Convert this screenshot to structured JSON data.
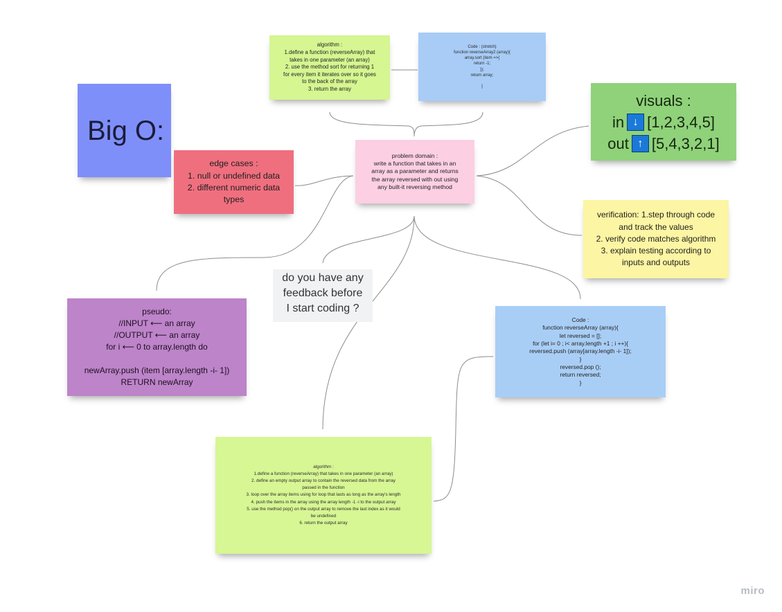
{
  "board": {
    "brand": "miro",
    "connector_color": "#8c8c8c",
    "notes": {
      "algorithm_top": {
        "color": "#d5f691",
        "lines": [
          "algorithm :",
          "1.define a function (reverseArray) that",
          "takes in one parameter (an array)",
          "2. use the method sort for returning 1",
          "for every item it iterates over so it goes",
          "to the back of the array",
          "3. return the array"
        ]
      },
      "code_stretch": {
        "color": "#a8ccf6",
        "lines": [
          "Code : (stretch)",
          "function reverseArray2 (array){",
          "array.sort (item =>{",
          "return -1;",
          "});",
          "return array;",
          "",
          "}"
        ]
      },
      "big_o": {
        "color": "#7f8ffa",
        "title": "Big O:"
      },
      "edge_cases": {
        "color": "#ef6f7e",
        "lines": [
          "edge cases :",
          "1. null or undefined data",
          "2. different numeric data",
          "types"
        ]
      },
      "problem_domain": {
        "color": "#fccfe3",
        "lines": [
          "problem domain :",
          "write a function that takes in an",
          "array as a parameter and returns",
          "the array reversed with out using",
          "any built-it reversing method"
        ]
      },
      "visuals": {
        "color": "#8fd27a",
        "title": "visuals :",
        "in_label": "in",
        "in_arrow": "↓",
        "in_value": "[1,2,3,4,5]",
        "out_label": "out",
        "out_arrow": "↑",
        "out_value": "[5,4,3,2,1]"
      },
      "verification": {
        "color": "#fcf5a3",
        "lines": [
          "verification: 1.step through code",
          "and track the values",
          "2. verify code matches algorithm",
          "3. explain testing according to",
          "inputs and outputs"
        ]
      },
      "feedback": {
        "lines": [
          "do you have any",
          "feedback before",
          "I start coding ?"
        ]
      },
      "pseudo": {
        "color": "#bd84c9",
        "lines": [
          "pseudo:",
          "//INPUT ⟵ an array",
          "//OUTPUT ⟵ an array",
          "for i ⟵ 0 to array.length do",
          "",
          "newArray.push (item [array.length -i- 1])",
          "RETURN newArray"
        ]
      },
      "code_main": {
        "color": "#a9cef6",
        "lines": [
          "Code :",
          "function reverseArray (array){",
          "let reversed = [];",
          "for (let i= 0 ; i< array.length +1 ; i ++){",
          "reversed.push (array[array.length -i- 1]);",
          "}",
          "reversed.pop ();",
          "return reversed;",
          "}"
        ]
      },
      "algorithm_bottom": {
        "color": "#d7f694",
        "lines": [
          "algorithm :",
          "1.define a function (reverseArray) that takes in one parameter (an array)",
          "2. define an empty output array to contain the reversed  data from the array",
          "passed in the function",
          "3. loop over the array items using for loop that lasts as long as the array's length",
          "4. push the items in the array  using the array length -1  -i to the output array",
          "5. use the method pop() on the output array to remove the last index as it would",
          "be undefined",
          "6. return the output array"
        ]
      }
    }
  }
}
